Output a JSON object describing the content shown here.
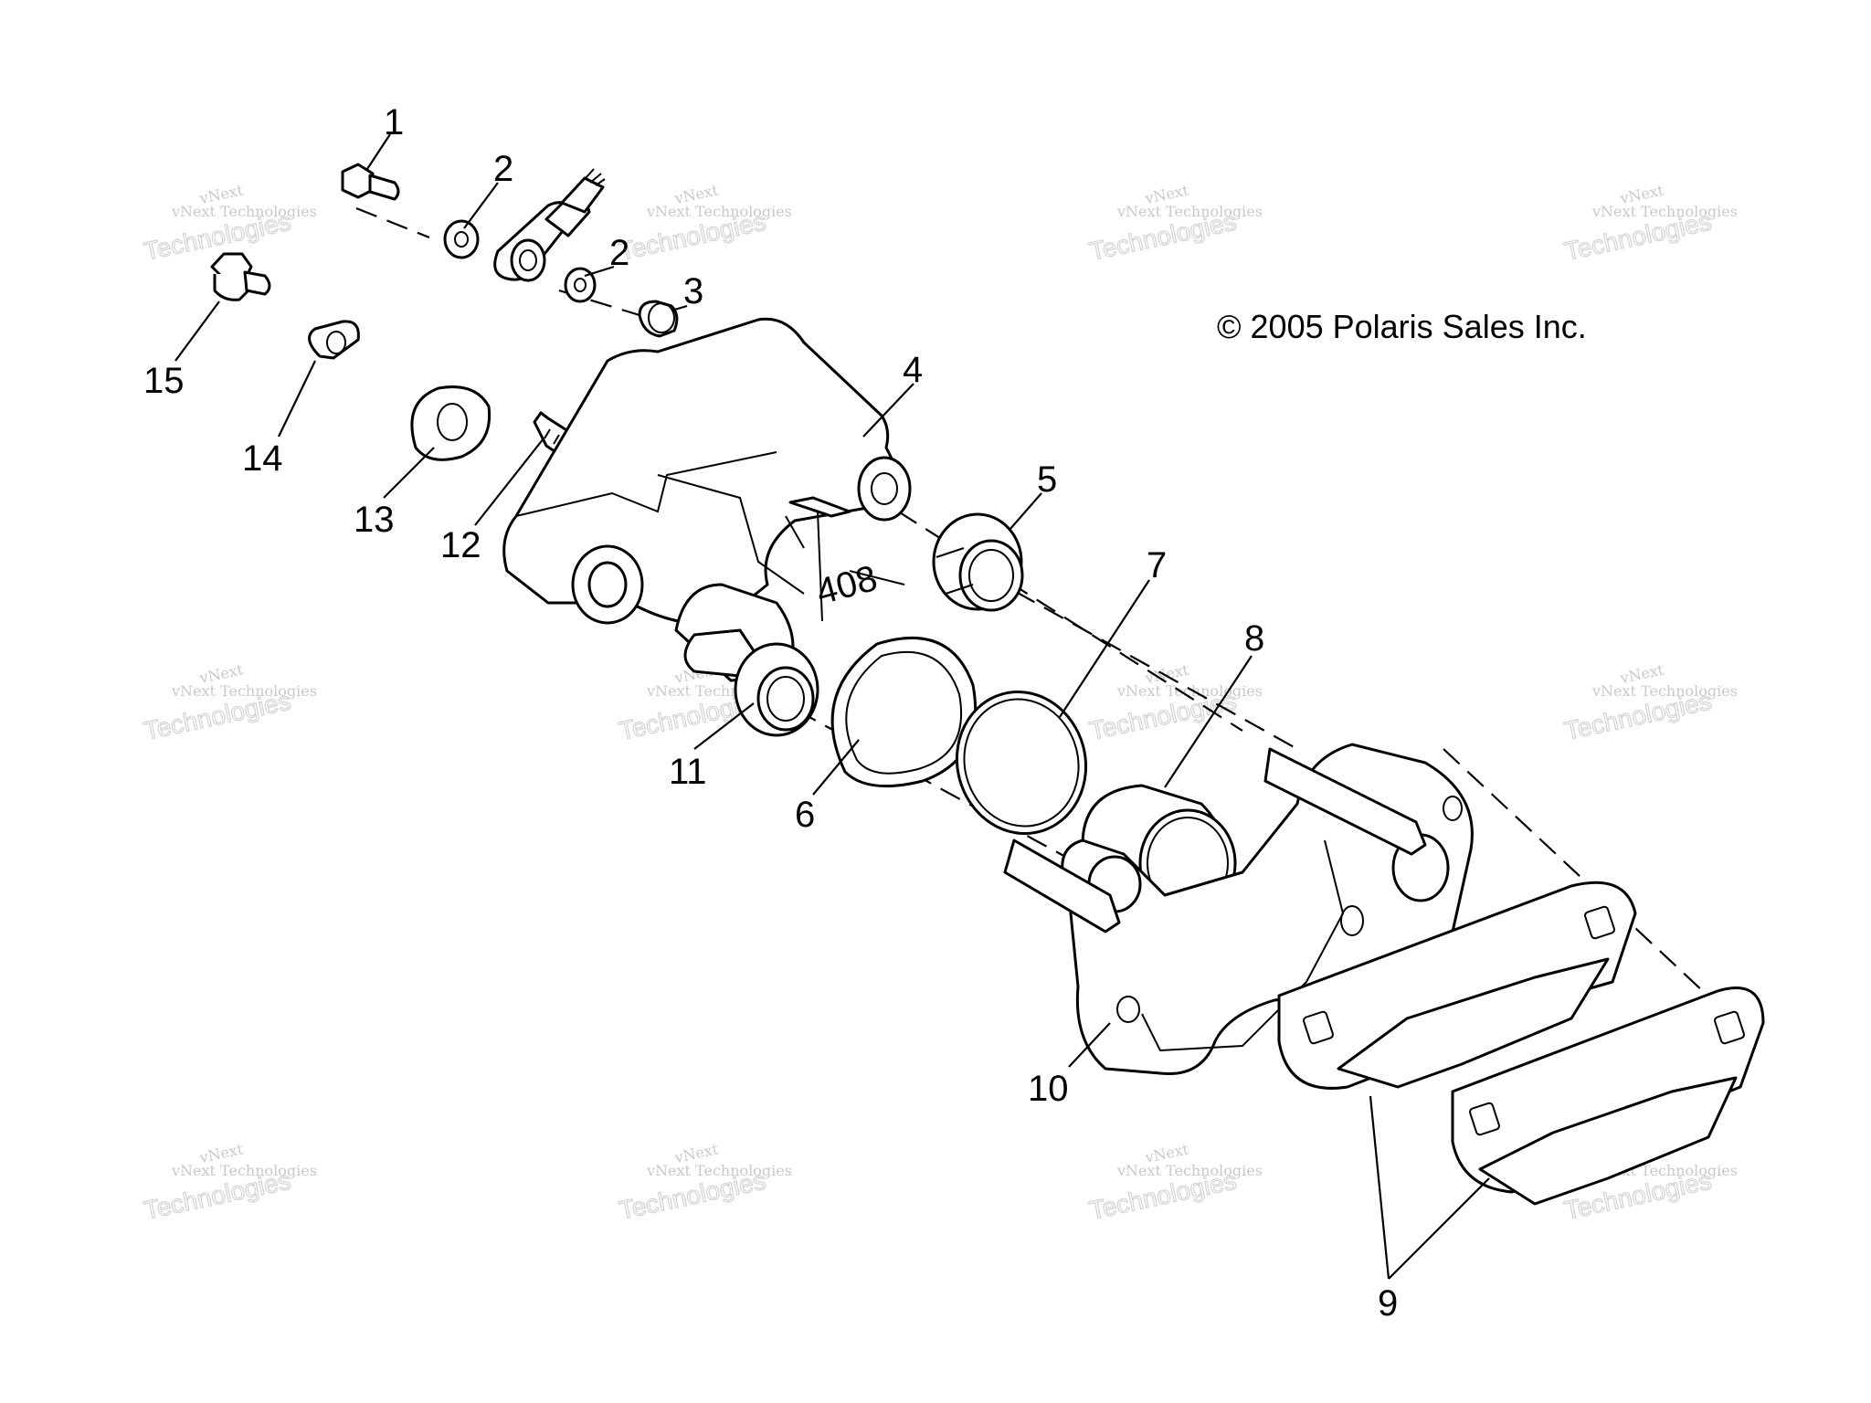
{
  "copyright": "© 2005 Polaris Sales Inc.",
  "caliper_marking": "408",
  "watermark": {
    "line1": "vNext",
    "line2": "vNext Technologies",
    "line3": "Technologies"
  },
  "callouts": [
    {
      "id": "1",
      "part": "banjo-bolt"
    },
    {
      "id": "2",
      "part": "sealing-washer"
    },
    {
      "id": "2",
      "part": "sealing-washer"
    },
    {
      "id": "3",
      "part": "bleeder-cap"
    },
    {
      "id": "4",
      "part": "caliper-body"
    },
    {
      "id": "5",
      "part": "piston-upper"
    },
    {
      "id": "6",
      "part": "dust-seal"
    },
    {
      "id": "7",
      "part": "piston-seal"
    },
    {
      "id": "8",
      "part": "piston"
    },
    {
      "id": "9",
      "part": "brake-pads"
    },
    {
      "id": "10",
      "part": "caliper-bracket"
    },
    {
      "id": "11",
      "part": "piston-lower"
    },
    {
      "id": "12",
      "part": "bleeder-screw"
    },
    {
      "id": "13",
      "part": "large-washer"
    },
    {
      "id": "14",
      "part": "small-washer"
    },
    {
      "id": "15",
      "part": "mounting-bolt"
    }
  ]
}
